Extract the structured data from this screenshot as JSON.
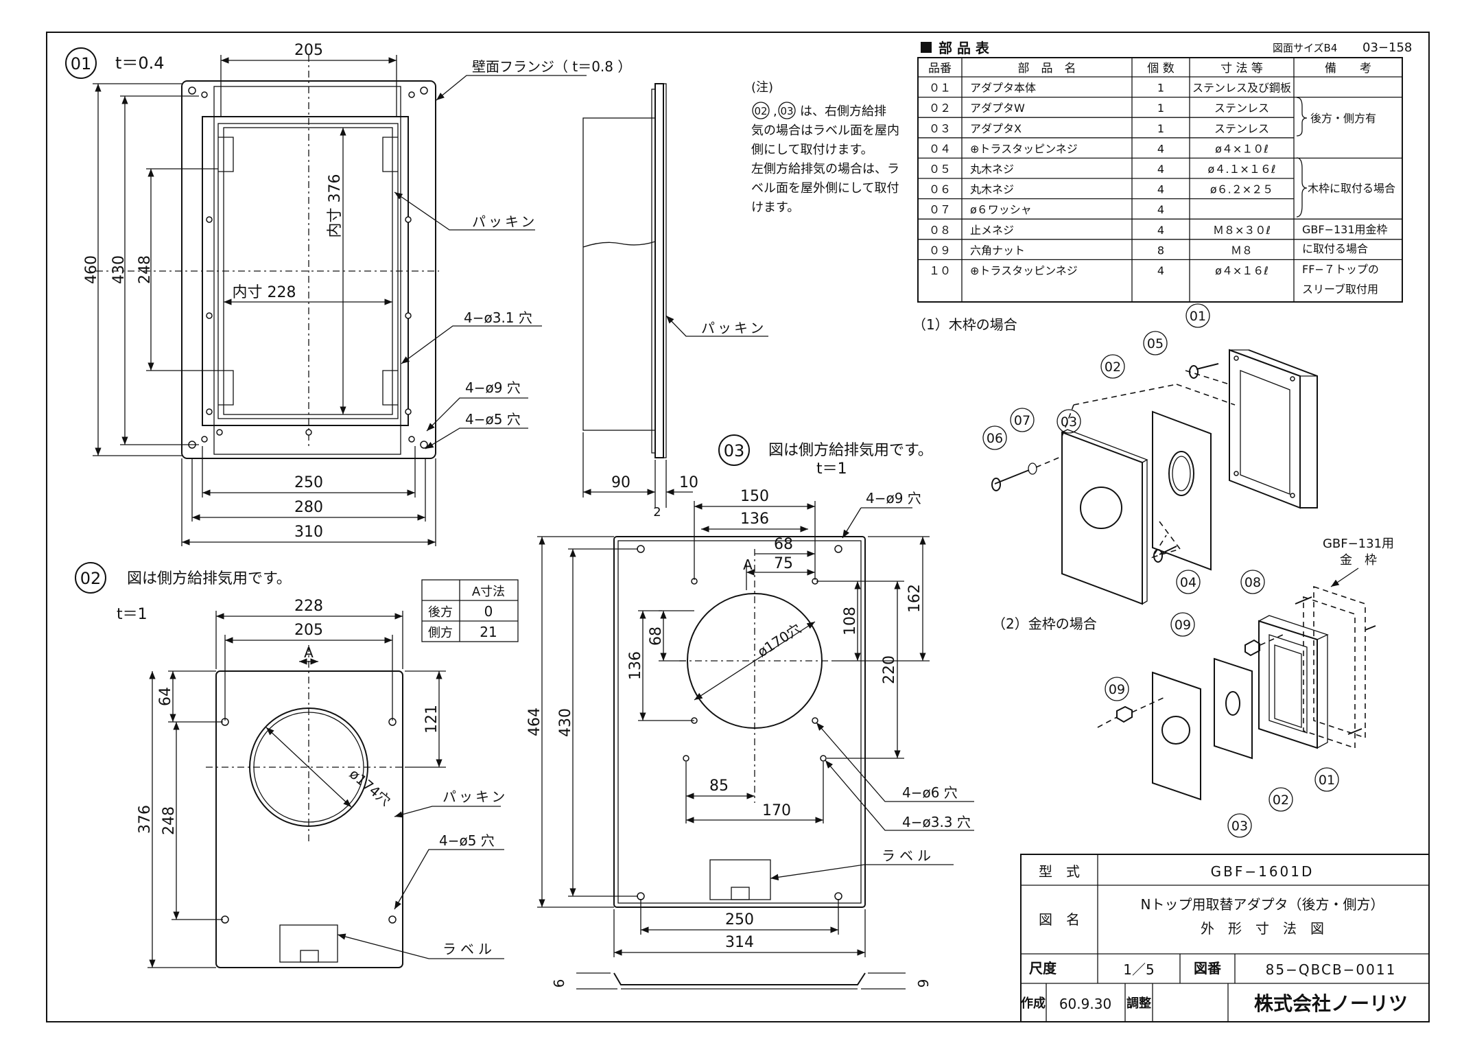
{
  "part01": {
    "id": "01",
    "thickness": "t＝0.4",
    "flange_label": "壁面フランジ（ t＝0.8 ）",
    "packing_label": "パッキン",
    "hole_31": "4−ø3.1 穴",
    "hole_9": "4−ø9 穴",
    "hole_5": "4−ø5 穴",
    "dims": {
      "w205": "205",
      "h460": "460",
      "h430": "430",
      "h248": "248",
      "inner376": "内寸 376",
      "inner228": "内寸 228",
      "w250": "250",
      "w280": "280",
      "w310": "310"
    }
  },
  "side_view": {
    "packing_label": "パッキン",
    "d90": "90",
    "d10": "10",
    "d2": "2"
  },
  "note": {
    "head": "(注)",
    "lines": [
      "は、右側方給排",
      "気の場合はラベル面を屋内",
      "側にして取付けます。",
      "左側方給排気の場合は、ラ",
      "ベル面を屋外側にして取付",
      "けます。"
    ],
    "r02": "02",
    "r03": "03",
    "comma": ","
  },
  "part02": {
    "id": "02",
    "caption": "図は側方給排気用です。",
    "thickness": "t＝1",
    "packing_label": "パッキン",
    "hole_5": "4−ø5 穴",
    "label_tag": "ラベル",
    "hole_174": "ø174穴",
    "a_mark": "A",
    "dims": {
      "w228": "228",
      "w205": "205",
      "h64": "64",
      "h121": "121",
      "h376": "376",
      "h248": "248"
    },
    "a_table": {
      "header": "A寸法",
      "rows": [
        [
          "後方",
          "0"
        ],
        [
          "側方",
          "21"
        ]
      ]
    }
  },
  "part03": {
    "id": "03",
    "caption": "図は側方給排気用です。",
    "thickness": "t＝1",
    "hole_9": "4−ø9 穴",
    "hole_6": "4−ø6 穴",
    "hole_33": "4−ø3.3 穴",
    "label_tag": "ラベル",
    "hole_170": "ø170穴",
    "a_mark": "A",
    "dims": {
      "w150": "150",
      "w136": "136",
      "w68": "68",
      "w75": "75",
      "h162": "162",
      "h108": "108",
      "h68": "68",
      "h136": "136",
      "h220": "220",
      "h464": "464",
      "h430": "430",
      "w85": "85",
      "w170": "170",
      "w250": "250",
      "w314": "314",
      "t6a": "6",
      "t6b": "6"
    }
  },
  "parts_table": {
    "title": "部 品 表",
    "sheet_size": "図面サイズB4",
    "sheet_no": "03−158",
    "headers": [
      "品番",
      "部　品　名",
      "個 数",
      "寸 法 等",
      "備　　考"
    ],
    "rows": [
      [
        "０１",
        "アダプタ本体",
        "1",
        "ステンレス及び鋼板"
      ],
      [
        "０２",
        "アダプタW",
        "1",
        "ステンレス"
      ],
      [
        "０３",
        "アダプタX",
        "1",
        "ステンレス"
      ],
      [
        "０４",
        "⊕トラスタッピンネジ",
        "4",
        "ø４×１０ℓ"
      ],
      [
        "０５",
        "丸木ネジ",
        "4",
        "ø４.１×１６ℓ"
      ],
      [
        "０６",
        "丸木ネジ",
        "4",
        "ø６.２×２５"
      ],
      [
        "０７",
        "ø６ワッシャ",
        "4",
        ""
      ],
      [
        "０８",
        "止メネジ",
        "4",
        "Ｍ８×３０ℓ"
      ],
      [
        "０９",
        "六角ナット",
        "8",
        "Ｍ８"
      ],
      [
        "１０",
        "⊕トラスタッピンネジ",
        "4",
        "ø４×１６ℓ"
      ]
    ],
    "remarks": [
      "後方・側方有",
      "木枠に取付る場合",
      "GBF−131用金枠",
      "に取付る場合",
      "FF−７トップの",
      "スリーブ取付用"
    ]
  },
  "assembly": {
    "wood_caption": "（1）木枠の場合",
    "metal_caption": "（2）金枠の場合",
    "metal_frame_label": [
      "GBF−131用",
      "金　枠"
    ],
    "callouts_wood": [
      "01",
      "05",
      "02",
      "03",
      "07",
      "06",
      "04"
    ],
    "callouts_metal": [
      "08",
      "09",
      "09",
      "01",
      "02",
      "03"
    ]
  },
  "title_block": {
    "model_label": "型　式",
    "model": "GBF−1601D",
    "name_label": "図　名",
    "name_line1": "Nトップ用取替アダプタ（後方・側方）",
    "name_line2": "外　形　寸　法　図",
    "scale_label": "尺度",
    "scale": "1／5",
    "drawing_no_label": "図番",
    "drawing_no": "85−QBCB−0011",
    "made_label": "作成",
    "date": "60.9.30",
    "check_label": "調整",
    "company": "株式会社ノーリツ"
  }
}
